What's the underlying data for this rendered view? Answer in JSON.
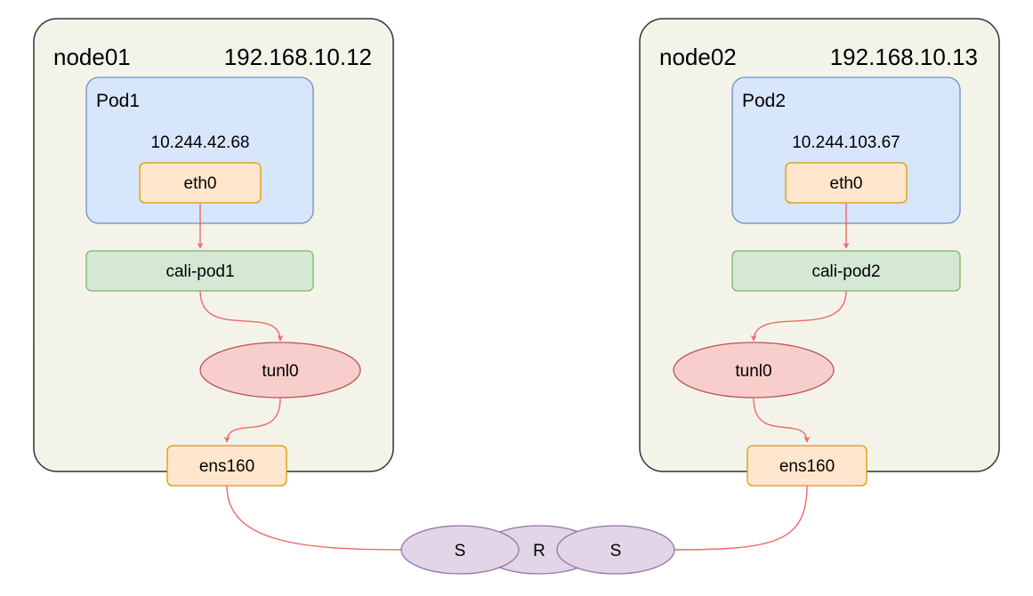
{
  "colors": {
    "node_fill": "#f4f3ea",
    "node_stroke": "#333333",
    "pod_fill": "#d8e6fc",
    "pod_stroke": "#6c8ebf",
    "eth_fill": "#ffe6cc",
    "eth_stroke": "#d79b00",
    "cali_fill": "#d5e8d4",
    "cali_stroke": "#82b366",
    "tunl_fill": "#f8cecc",
    "tunl_stroke": "#b85450",
    "router_fill": "#e1d5e7",
    "router_stroke": "#9673a6",
    "link_color": "#f06868"
  },
  "node01": {
    "name": "node01",
    "ip": "192.168.10.12",
    "pod": {
      "name": "Pod1",
      "ip": "10.244.42.68",
      "iface": "eth0"
    },
    "veth": "cali-pod1",
    "tunnel": "tunl0",
    "nic": "ens160"
  },
  "node02": {
    "name": "node02",
    "ip": "192.168.10.13",
    "pod": {
      "name": "Pod2",
      "ip": "10.244.103.67",
      "iface": "eth0"
    },
    "veth": "cali-pod2",
    "tunnel": "tunl0",
    "nic": "ens160"
  },
  "network": {
    "switch_left": "S",
    "router": "R",
    "switch_right": "S"
  }
}
